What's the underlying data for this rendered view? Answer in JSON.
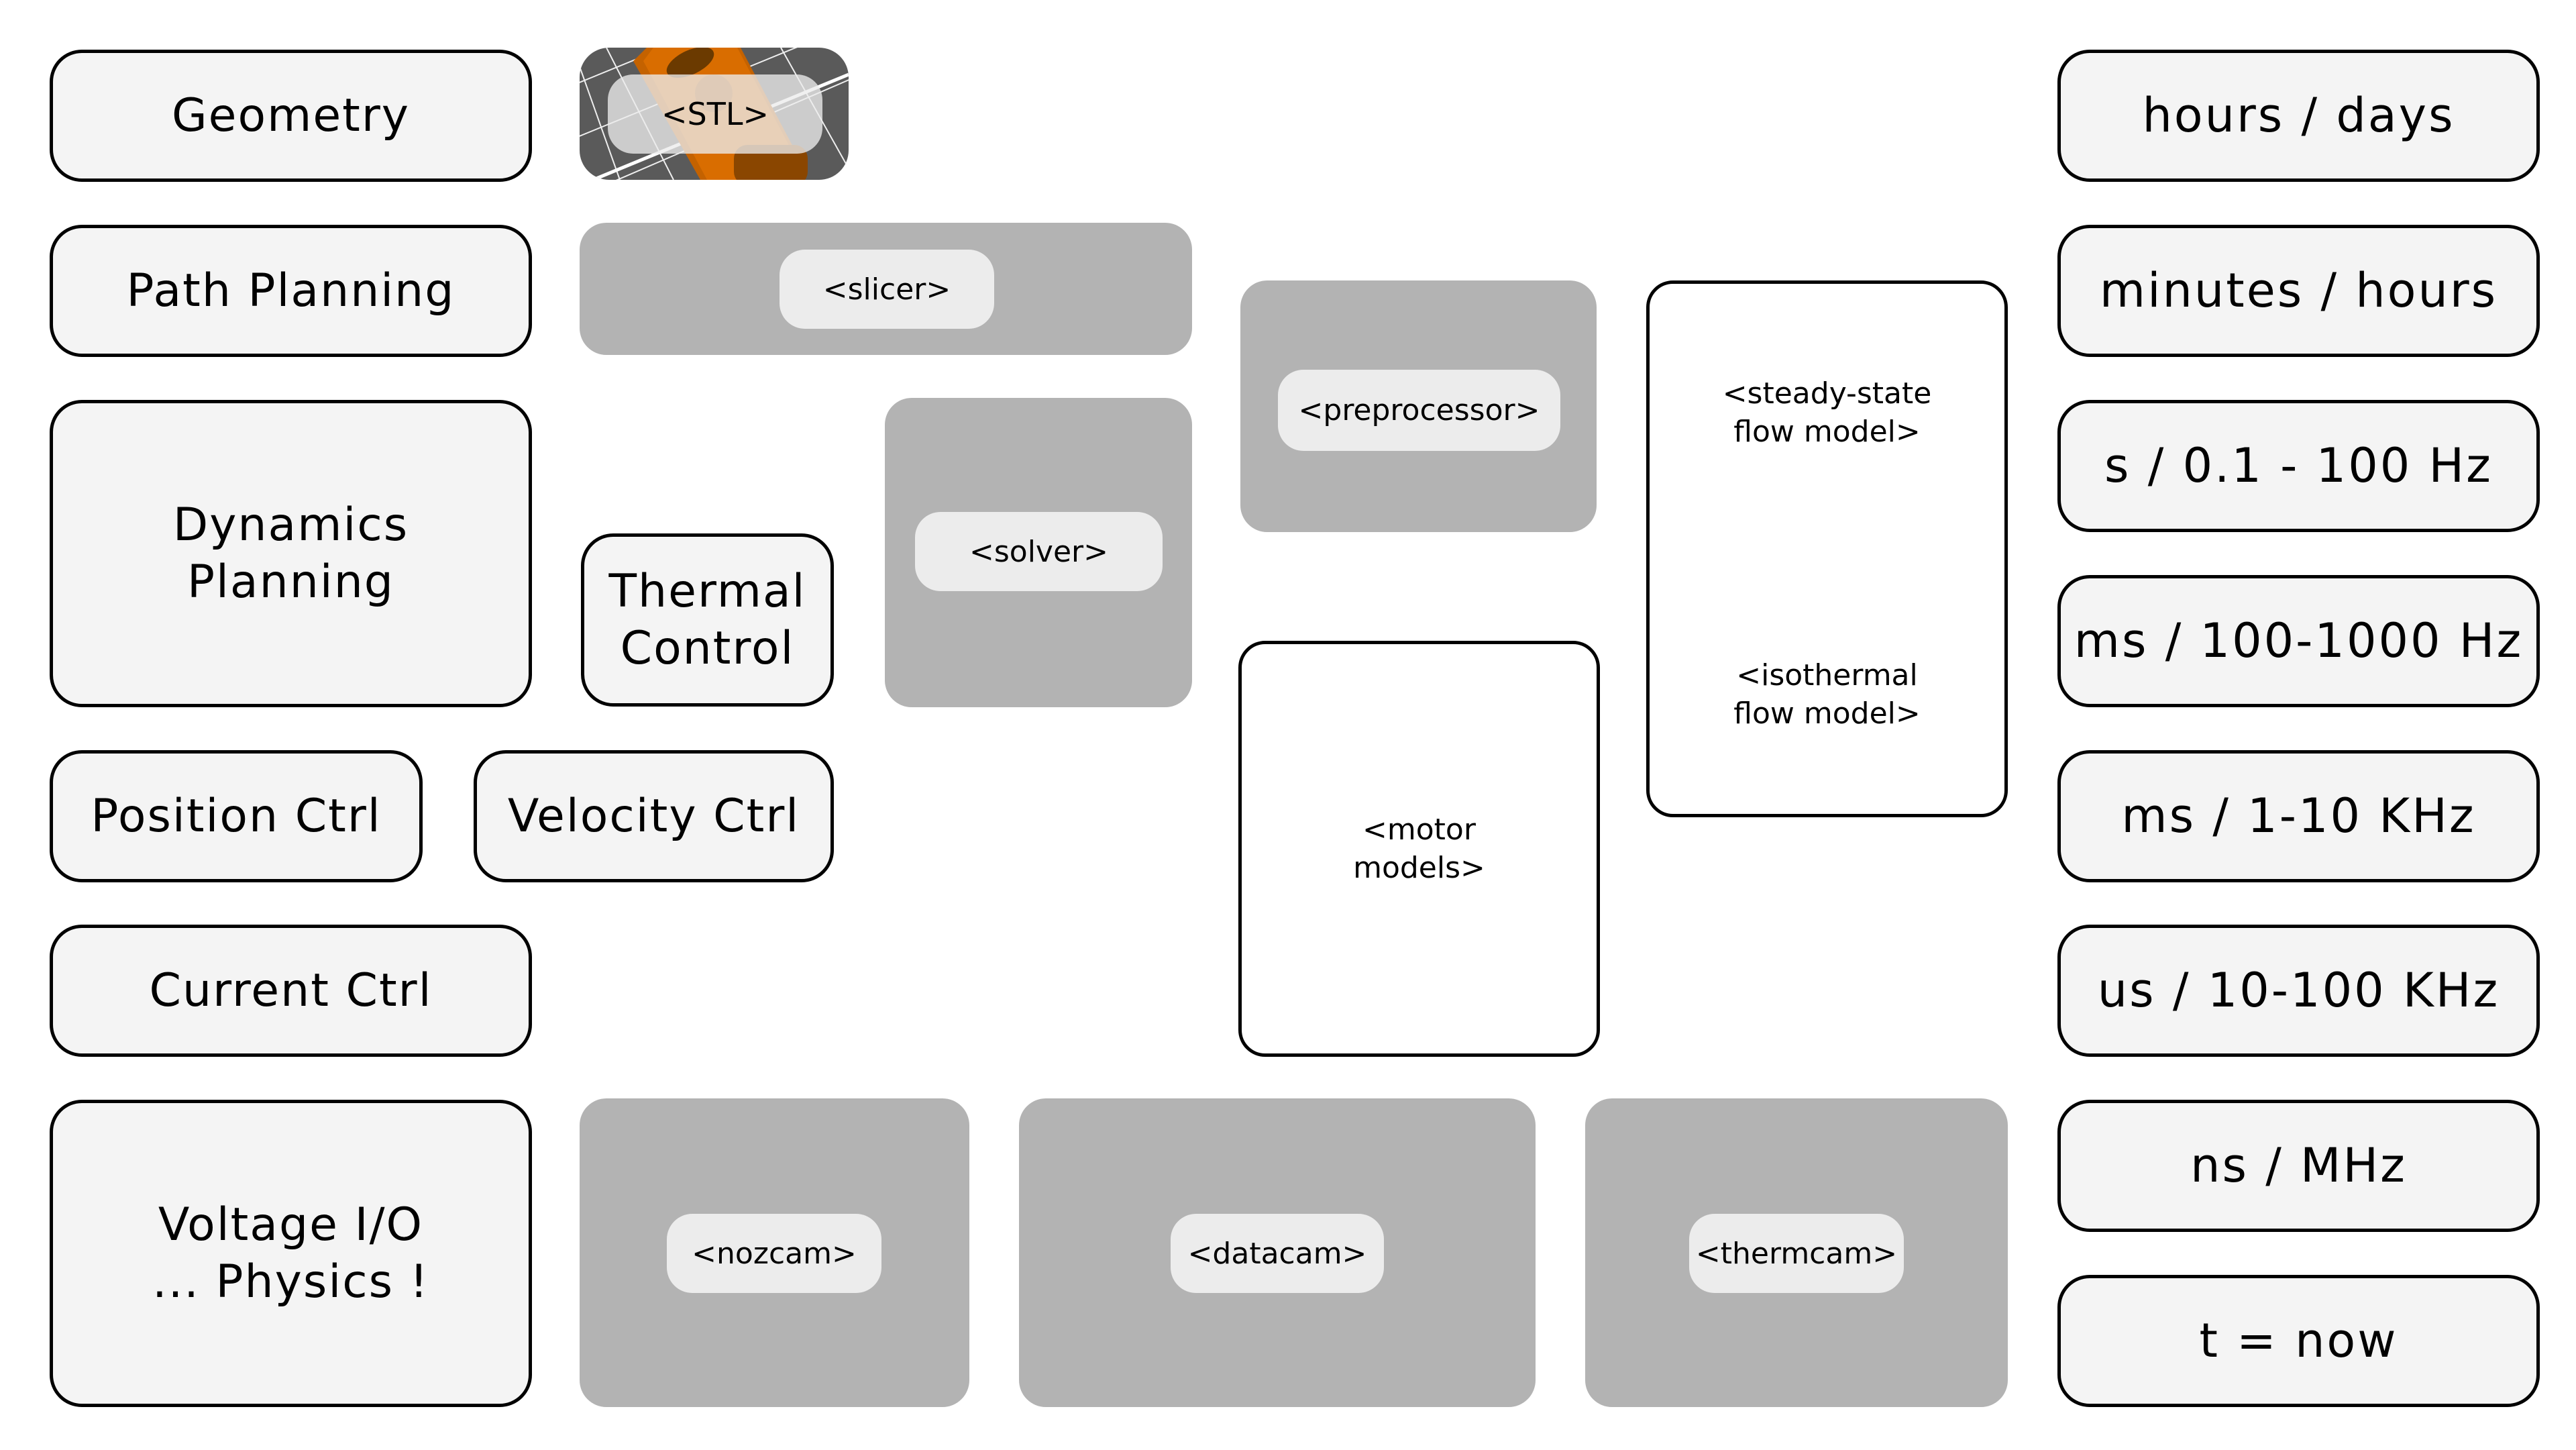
{
  "left_column": {
    "geometry": "Geometry",
    "path_planning": "Path Planning",
    "dynamics_planning": [
      "Dynamics",
      "Planning"
    ],
    "thermal_control": [
      "Thermal",
      "Control"
    ],
    "position_ctrl": "Position Ctrl",
    "velocity_ctrl": "Velocity Ctrl",
    "current_ctrl": "Current Ctrl",
    "voltage_io": [
      "Voltage I/O",
      "... Physics !"
    ]
  },
  "modules": {
    "stl": "<STL>",
    "slicer": "<slicer>",
    "solver": "<solver>",
    "preprocessor": "<preprocessor>",
    "steady_state_flow_model": [
      "<steady-state",
      "flow model>"
    ],
    "isothermal_flow_model": [
      "<isothermal",
      "flow model>"
    ],
    "motor_models": [
      "<motor",
      "models>"
    ],
    "nozcam": "<nozcam>",
    "datacam": "<datacam>",
    "thermcam": "<thermcam>"
  },
  "timescales": [
    "hours / days",
    "minutes / hours",
    "s / 0.1 - 100 Hz",
    "ms / 100-1000 Hz",
    "ms / 1-10 KHz",
    "us / 10-100 KHz",
    "ns / MHz",
    "t = now"
  ],
  "colors": {
    "outline_box_fill": "#f4f4f4",
    "module_fill": "#b3b3b3",
    "module_label_fill": "#ececec",
    "stl_background": "#5a5a5a",
    "stl_part": "#d96d00"
  }
}
